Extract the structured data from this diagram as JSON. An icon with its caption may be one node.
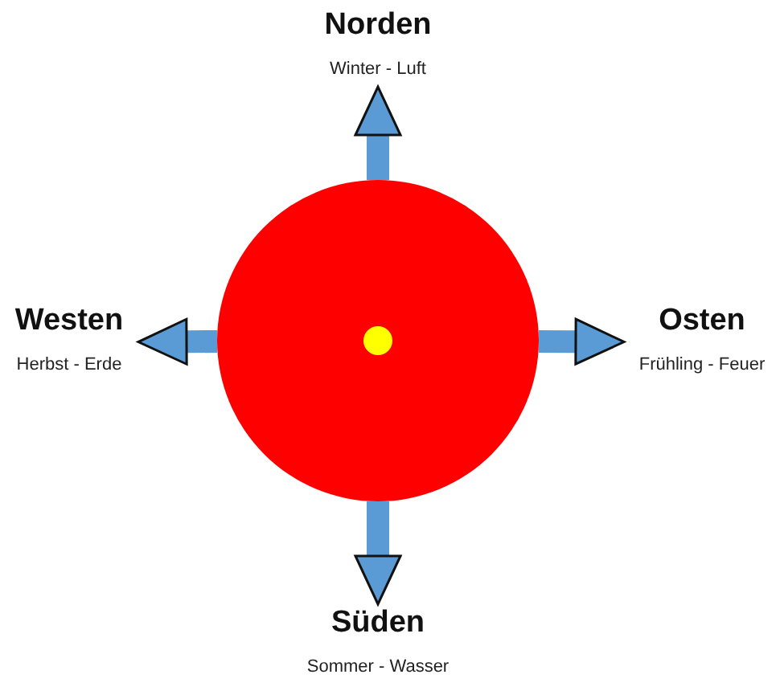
{
  "diagram": {
    "nodes": [
      {
        "text": [],
        "shape": "circle"
      },
      {
        "text": [],
        "shape": "circle",
        "in": 0
      },
      {
        "text": [
          "Norden",
          "Winter - Luft"
        ]
      },
      {
        "text": [
          "Westen",
          "Herbst - Erde"
        ]
      },
      {
        "text": [
          "Osten",
          "Frühling - Feuer"
        ]
      },
      {
        "text": [
          "Süden",
          "Sommer - Wasser"
        ]
      }
    ],
    "edges": [
      {
        "from": 0,
        "to": 2,
        "arrow": "to"
      },
      {
        "from": 0,
        "to": 3,
        "arrow": "to"
      },
      {
        "from": 0,
        "to": 4,
        "arrow": "to"
      },
      {
        "from": 0,
        "to": 5,
        "arrow": "to"
      }
    ]
  }
}
